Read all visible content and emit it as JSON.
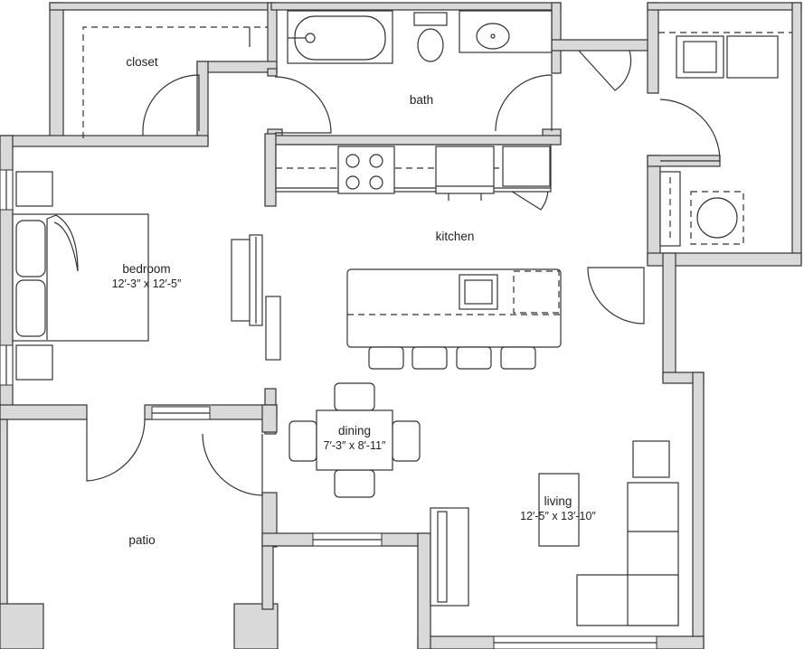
{
  "rooms": {
    "closet": {
      "name": "closet"
    },
    "bath": {
      "name": "bath"
    },
    "kitchen": {
      "name": "kitchen"
    },
    "bedroom": {
      "name": "bedroom",
      "size": "12′-3″ x 12′-5″"
    },
    "dining": {
      "name": "dining",
      "size": "7′-3″ x 8′-11″"
    },
    "living": {
      "name": "living",
      "size": "12′-5″ x 13′-10″"
    },
    "patio": {
      "name": "patio"
    }
  },
  "colors": {
    "wall_fill": "#d9d9d9",
    "line": "#333333",
    "background": "#ffffff"
  }
}
